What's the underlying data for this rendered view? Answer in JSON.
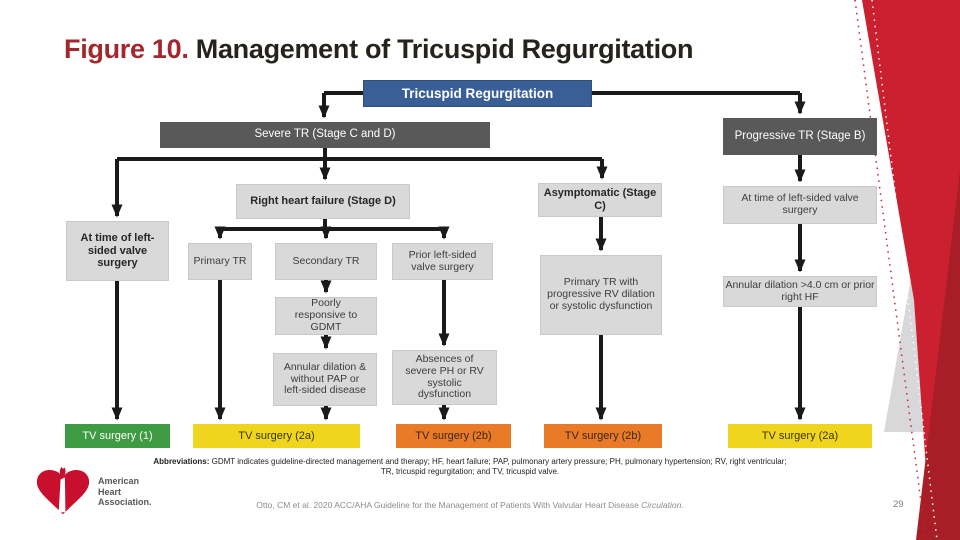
{
  "slide": {
    "title": {
      "prefix": "Figure 10.",
      "rest": " Management of Tricuspid Regurgitation"
    },
    "page_number": "29",
    "footer": {
      "abbr_label": "Abbreviations:",
      "abbr_text": " GDMT indicates guideline-directed management and therapy; HF, heart failure; PAP, pulmonary artery pressure; PH, pulmonary hypertension; RV, right ventricular; TR, tricuspid regurgitation; and TV, tricuspid valve.",
      "citation": "Otto, CM et al. 2020 ACC/AHA Guideline for the Management of Patients With Valvular Heart Disease ",
      "journal": "Circulation."
    },
    "logo": {
      "line1": "American",
      "line2": "Heart",
      "line3": "Association."
    }
  },
  "flowchart": {
    "nodes": {
      "root": "Tricuspid Regurgitation",
      "severe": "Severe TR (Stage C and D)",
      "progressive": "Progressive TR (Stage B)",
      "right_heart_failure": "Right heart failure (Stage D)",
      "asymptomatic": "Asymptomatic (Stage C)",
      "at_time_left_surgery": "At time of left-sided valve surgery",
      "primary_tr": "Primary TR",
      "secondary_tr": "Secondary TR",
      "prior_left_surgery": "Prior left-sided valve surgery",
      "poorly_responsive_gdmt": "Poorly responsive to GDMT",
      "annular_dilation_no_pap": "Annular dilation & without PAP or left-sided disease",
      "absence_ph_rv": "Absences of severe PH or RV systolic dysfunction",
      "primary_tr_progressive_rv": "Primary TR with progressive RV dilation or systolic dysfunction",
      "at_time_left_surgery_b": "At time of left-sided valve surgery",
      "annular_dilation_4cm": "Annular dilation >4.0 cm or prior right HF",
      "tv_surgery_1": "TV surgery (1)",
      "tv_surgery_2a_left": "TV surgery (2a)",
      "tv_surgery_2b_mid": "TV surgery (2b)",
      "tv_surgery_2b_right": "TV surgery (2b)",
      "tv_surgery_2a_b": "TV surgery (2a)"
    },
    "colors": {
      "class_1_green": "#3E9B43",
      "class_2a_yellow": "#EFD51D",
      "class_2b_orange": "#E87A28",
      "root_blue": "#3A5F96",
      "stage_dark_gray": "#595959",
      "criteria_light_gray": "#D9D9D9",
      "brand_red": "#C8102E",
      "title_red": "#A2282E"
    }
  }
}
